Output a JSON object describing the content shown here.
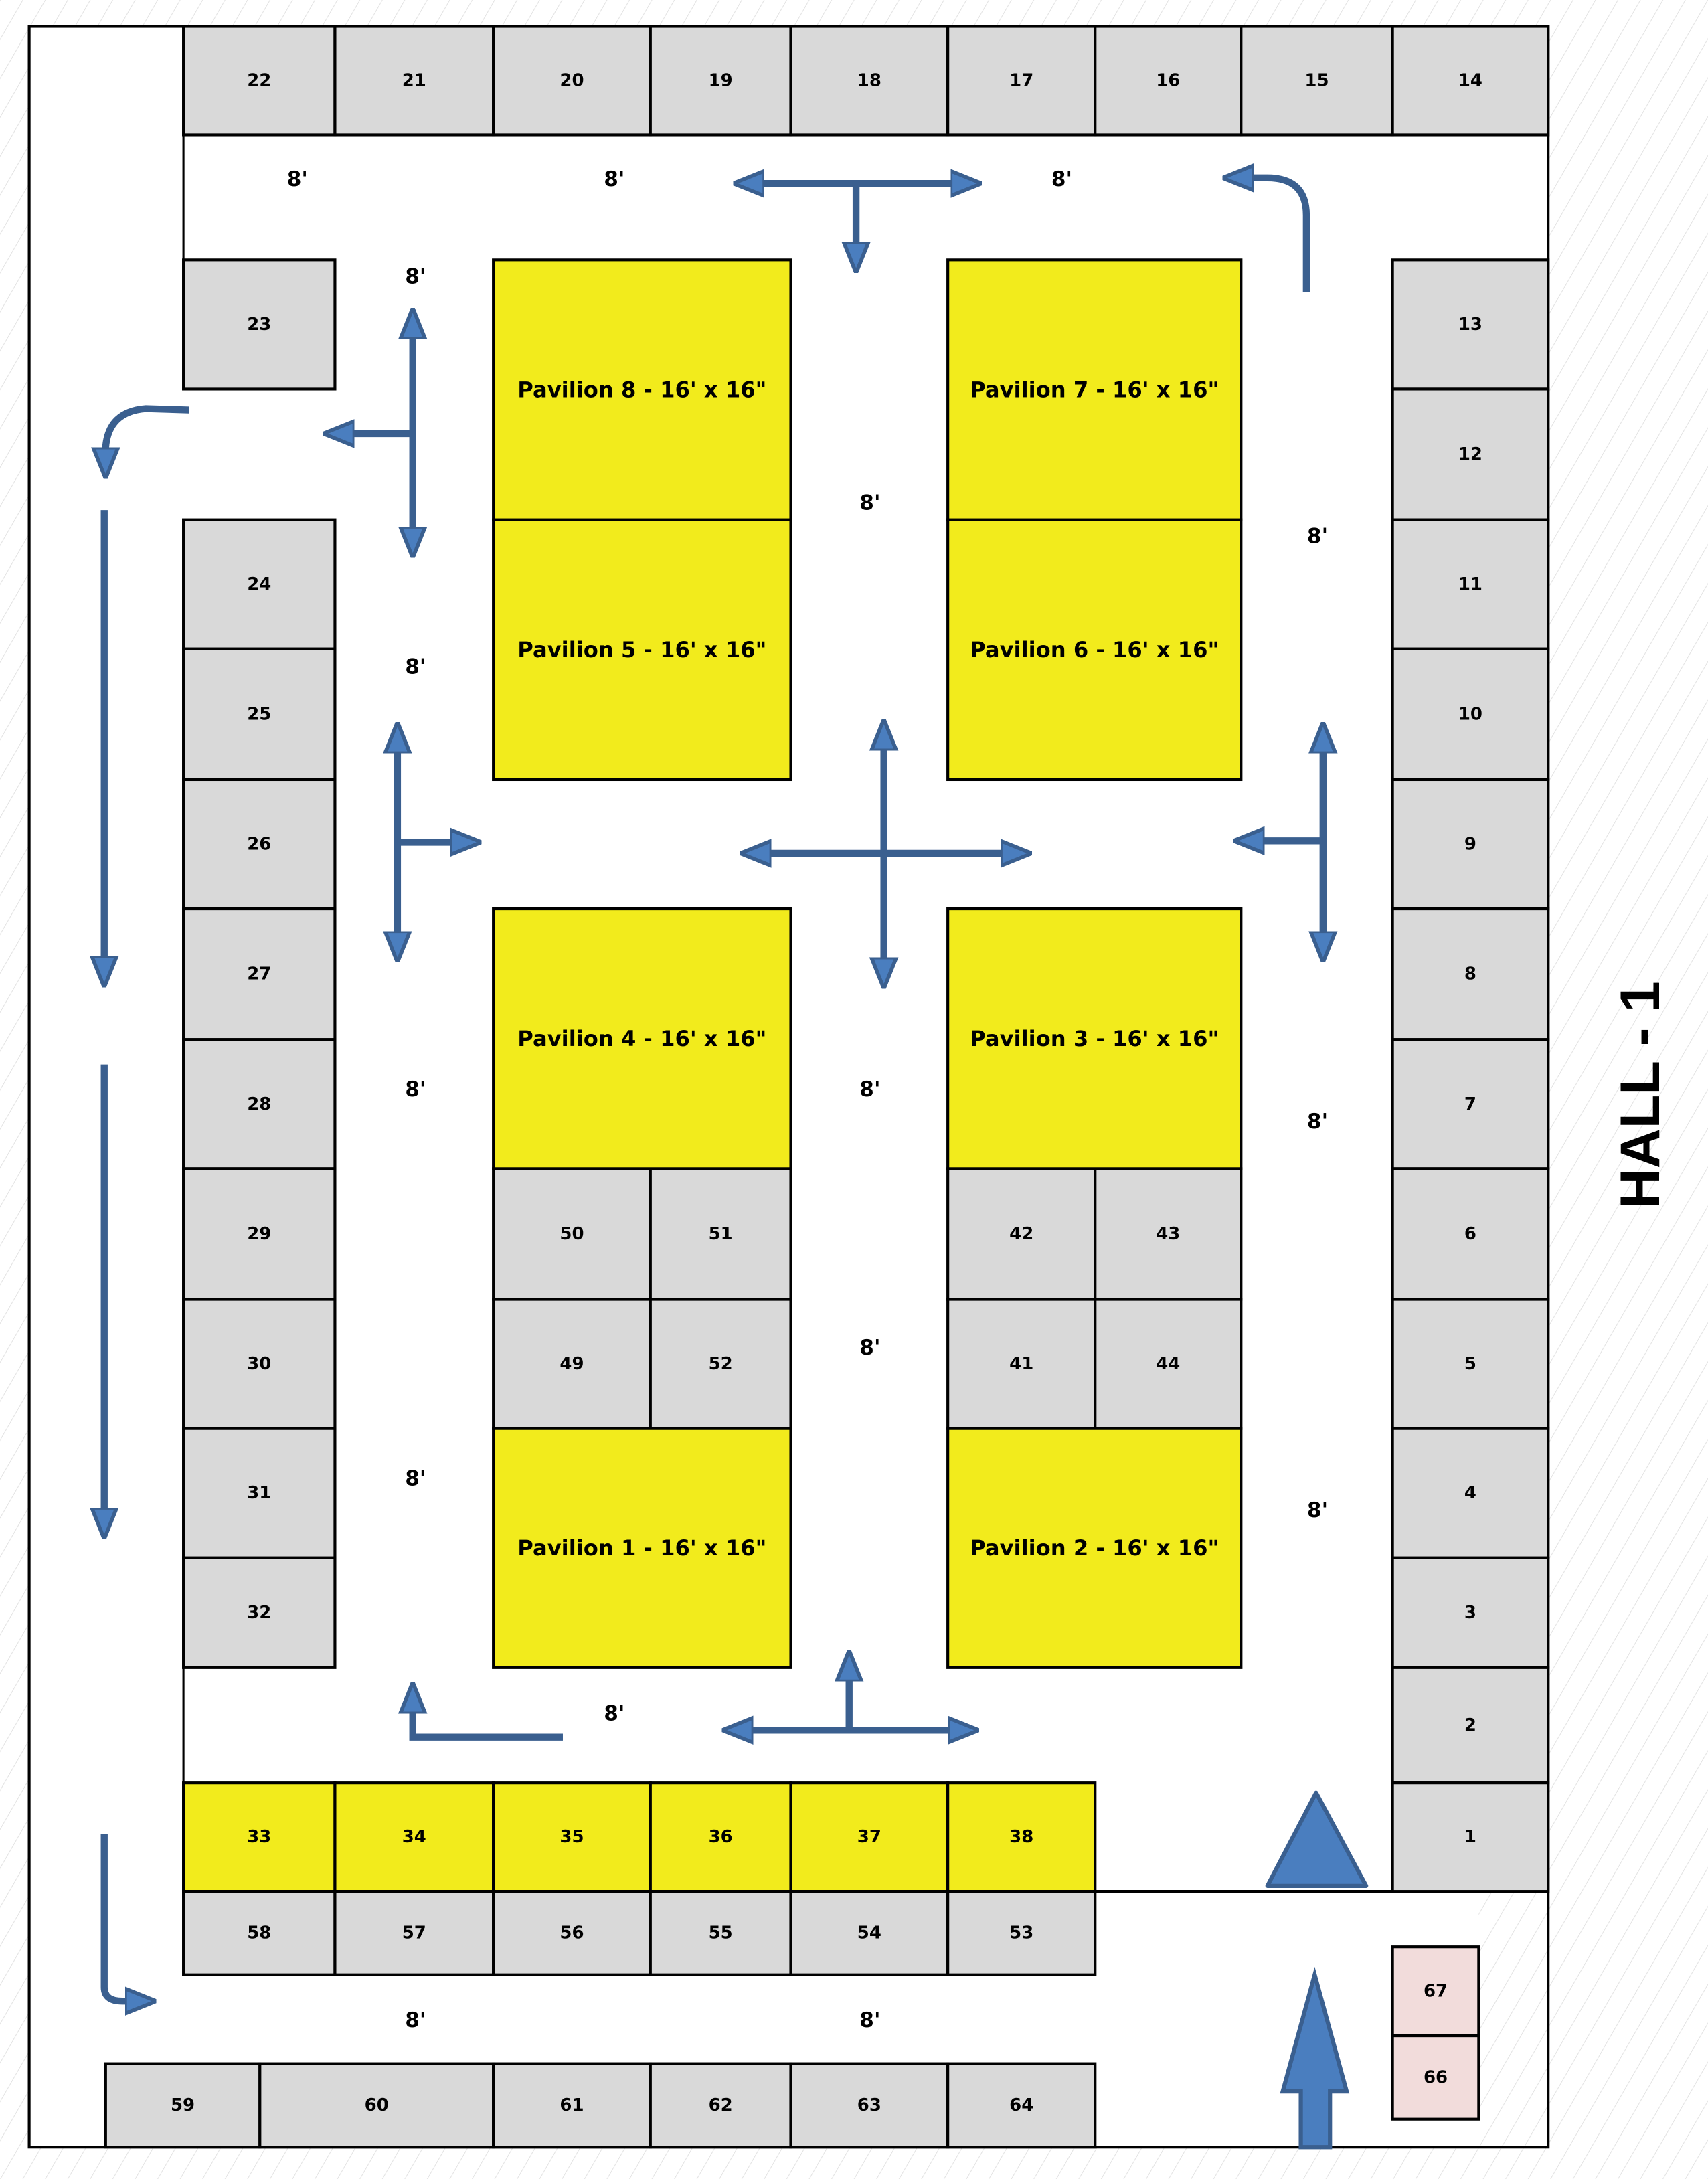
{
  "title": "HALL - 1",
  "aisle_label": "8'",
  "colors": {
    "booth": "#d9d9d9",
    "pavilion": "#f2eb1c",
    "special": "#f2dcdb",
    "arrow": "#4a7ebf",
    "arrow_stroke": "#3a5f8f"
  },
  "booths": [
    "1",
    "2",
    "3",
    "4",
    "5",
    "6",
    "7",
    "8",
    "9",
    "10",
    "11",
    "12",
    "13",
    "14",
    "15",
    "16",
    "17",
    "18",
    "19",
    "20",
    "21",
    "22",
    "23",
    "24",
    "25",
    "26",
    "27",
    "28",
    "29",
    "30",
    "31",
    "32",
    "33",
    "34",
    "35",
    "36",
    "37",
    "38",
    "41",
    "42",
    "43",
    "44",
    "49",
    "50",
    "51",
    "52",
    "53",
    "54",
    "55",
    "56",
    "57",
    "58",
    "59",
    "60",
    "61",
    "62",
    "63",
    "64",
    "66",
    "67"
  ],
  "pavilions": [
    "Pavilion 1 - 16' x 16\"",
    "Pavilion 2 - 16' x 16\"",
    "Pavilion 3 - 16' x 16\"",
    "Pavilion 4 - 16' x 16\"",
    "Pavilion 5 - 16' x 16\"",
    "Pavilion 6 - 16' x 16\"",
    "Pavilion 7 - 16' x 16\"",
    "Pavilion 8 - 16' x 16\""
  ]
}
